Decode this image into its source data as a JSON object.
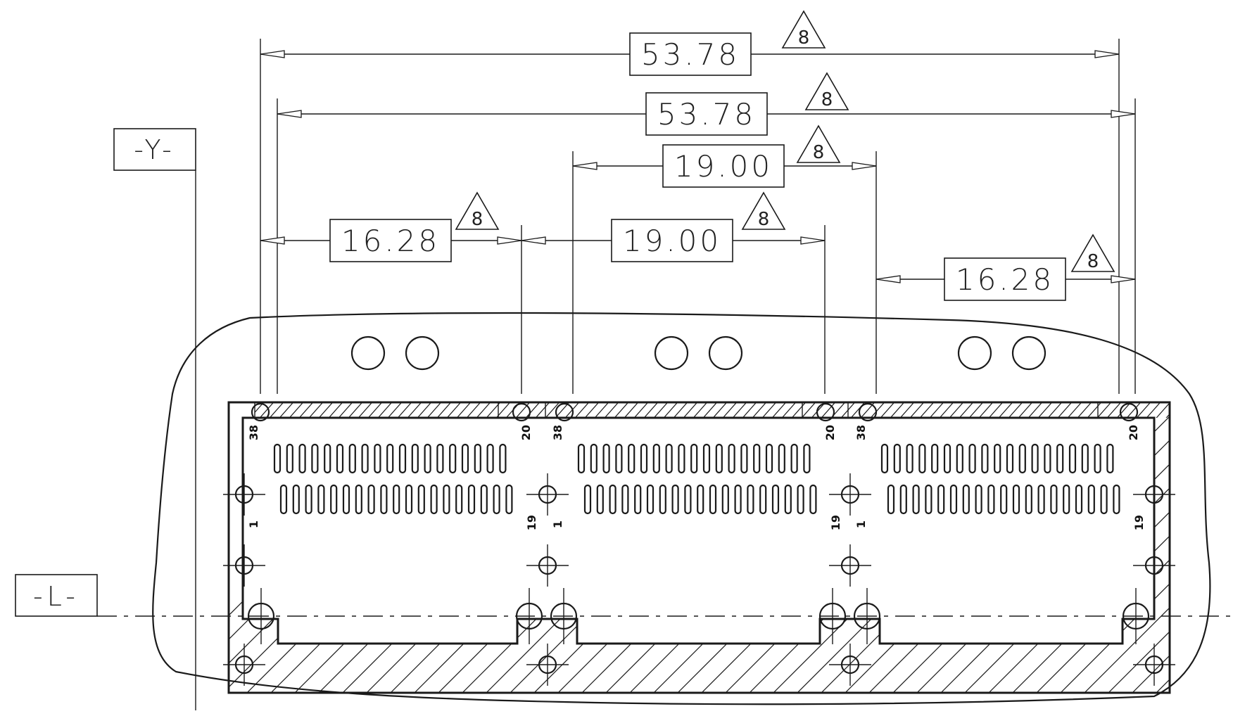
{
  "datums": {
    "y": "-Y-",
    "l": "-L-"
  },
  "dimensions": [
    {
      "value": "53.78",
      "flag": "8"
    },
    {
      "value": "53.78",
      "flag": "8"
    },
    {
      "value": "19.00",
      "flag": "8"
    },
    {
      "value": "16.28",
      "flag": "8"
    },
    {
      "value": "19.00",
      "flag": "8"
    },
    {
      "value": "16.28",
      "flag": "8"
    }
  ],
  "connectors": [
    {
      "pin_top_left": "38",
      "pin_top_right": "20",
      "pin_bottom_left": "1",
      "pin_bottom_right": "19"
    },
    {
      "pin_top_left": "38",
      "pin_top_right": "20",
      "pin_bottom_left": "1",
      "pin_bottom_right": "19"
    },
    {
      "pin_top_left": "38",
      "pin_top_right": "20",
      "pin_bottom_left": "1",
      "pin_bottom_right": "19"
    }
  ]
}
